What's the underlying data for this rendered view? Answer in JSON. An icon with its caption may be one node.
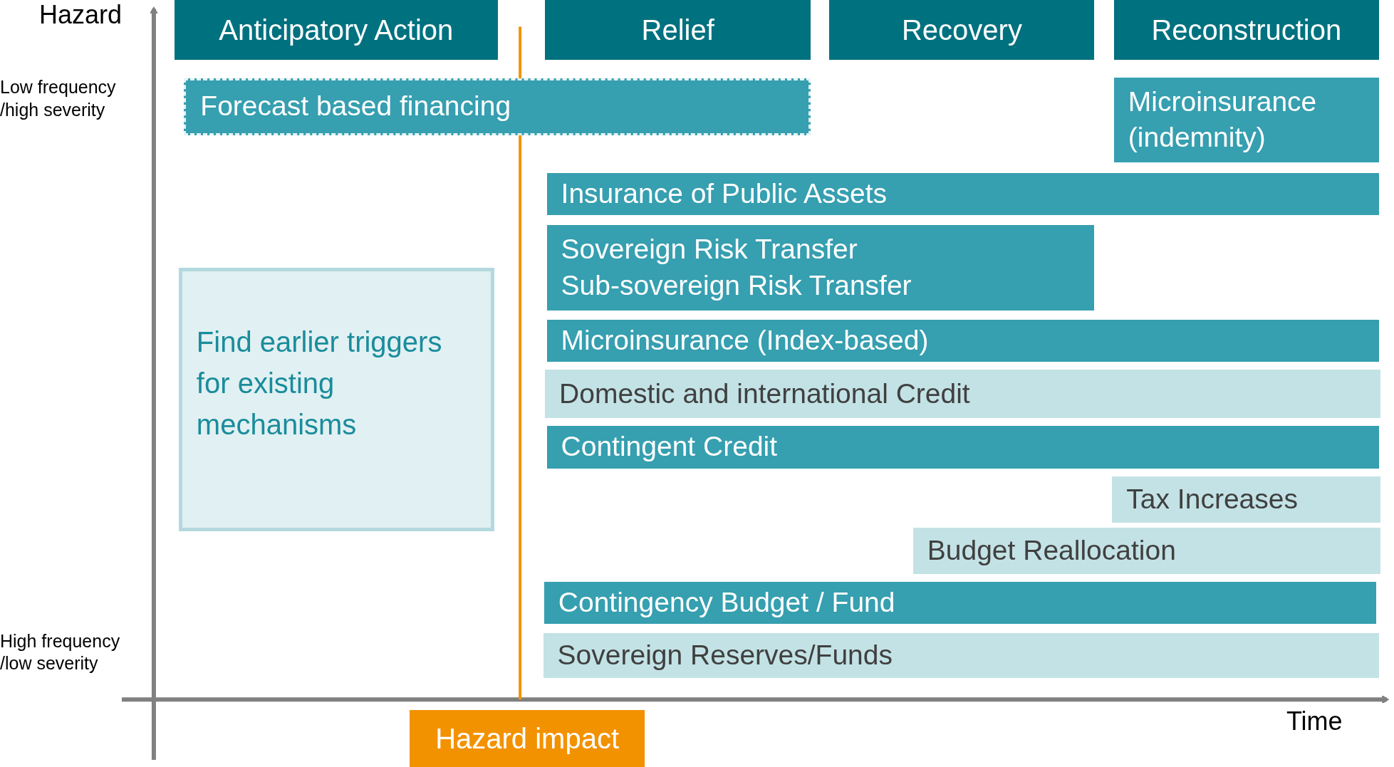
{
  "diagram": {
    "nodes": [
      {
        "text": [
          "Anticipatory Action"
        ]
      },
      {
        "text": [
          "Relief"
        ]
      },
      {
        "text": [
          "Recovery"
        ]
      },
      {
        "text": [
          "Reconstruction"
        ]
      },
      {
        "text": [
          "Forecast based financing"
        ]
      },
      {
        "text": [
          "Microinsurance (indemnity)"
        ]
      },
      {
        "text": [
          "Insurance of Public Assets"
        ]
      },
      {
        "text": [
          "Sovereign Risk Transfer",
          "Sub-sovereign Risk Transfer"
        ]
      },
      {
        "text": [
          "Find earlier triggers for existing mechanisms"
        ]
      },
      {
        "text": [
          "Microinsurance (Index-based)"
        ]
      },
      {
        "text": [
          "Domestic and international Credit"
        ]
      },
      {
        "text": [
          "Contingent Credit"
        ]
      },
      {
        "text": [
          "Tax Increases"
        ]
      },
      {
        "text": [
          "Budget Reallocation"
        ]
      },
      {
        "text": [
          "Contingency Budget / Fund"
        ]
      },
      {
        "text": [
          "Sovereign Reserves/Funds"
        ]
      },
      {
        "text": [
          "Hazard impact"
        ]
      }
    ],
    "edges": [],
    "labels": [
      "Hazard",
      "Low frequency /high severity",
      "High frequency /low severity",
      "Time"
    ]
  }
}
